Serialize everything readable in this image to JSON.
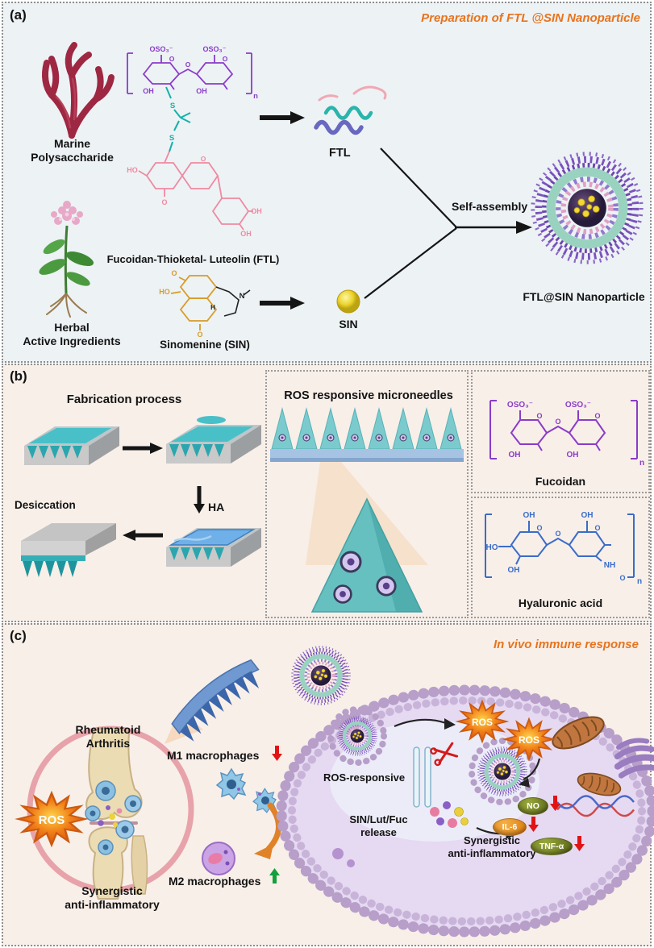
{
  "colors": {
    "accent": "#E8731C"
  },
  "panel_a": {
    "tag": "(a)",
    "title": "Preparation of FTL @SIN Nanoparticle",
    "marine": "Marine\nPolysaccharide",
    "herbal": "Herbal\nActive Ingredients",
    "ftl_full": "Fucoidan-Thioketal- Luteolin (FTL)",
    "sin_full": "Sinomenine (SIN)",
    "ftl": "FTL",
    "sin": "SIN",
    "self_assembly": "Self-assembly",
    "nanoparticle": "FTL@SIN Nanoparticle"
  },
  "panel_b": {
    "tag": "(b)",
    "fabrication_title": "Fabrication process",
    "desiccation": "Desiccation",
    "ha": "HA",
    "microneedles_title": "ROS responsive microneedles",
    "fucoidan": "Fucoidan",
    "hyaluronic_acid": "Hyaluronic acid"
  },
  "panel_c": {
    "tag": "(c)",
    "title": "In vivo immune response",
    "rheumatoid": "Rheumatoid\nArthritis",
    "ros": "ROS",
    "m1": "M1 macrophages",
    "m2": "M2 macrophages",
    "synergistic_left": "Synergistic\nanti-inflammatory",
    "ros_responsive": "ROS-responsive",
    "release": "SIN/Lut/Fuc\nrelease",
    "synergistic_right": "Synergistic\nanti-inflammatory",
    "no": "NO",
    "il6": "IL-6",
    "tnfa": "TNF-α"
  },
  "chem": {
    "oso3": "OSO₃⁻",
    "oh": "OH",
    "ho": "HO",
    "o": "O",
    "s": "S",
    "n": "n",
    "nh": "NH",
    "n_atom": "N",
    "h": "H"
  }
}
